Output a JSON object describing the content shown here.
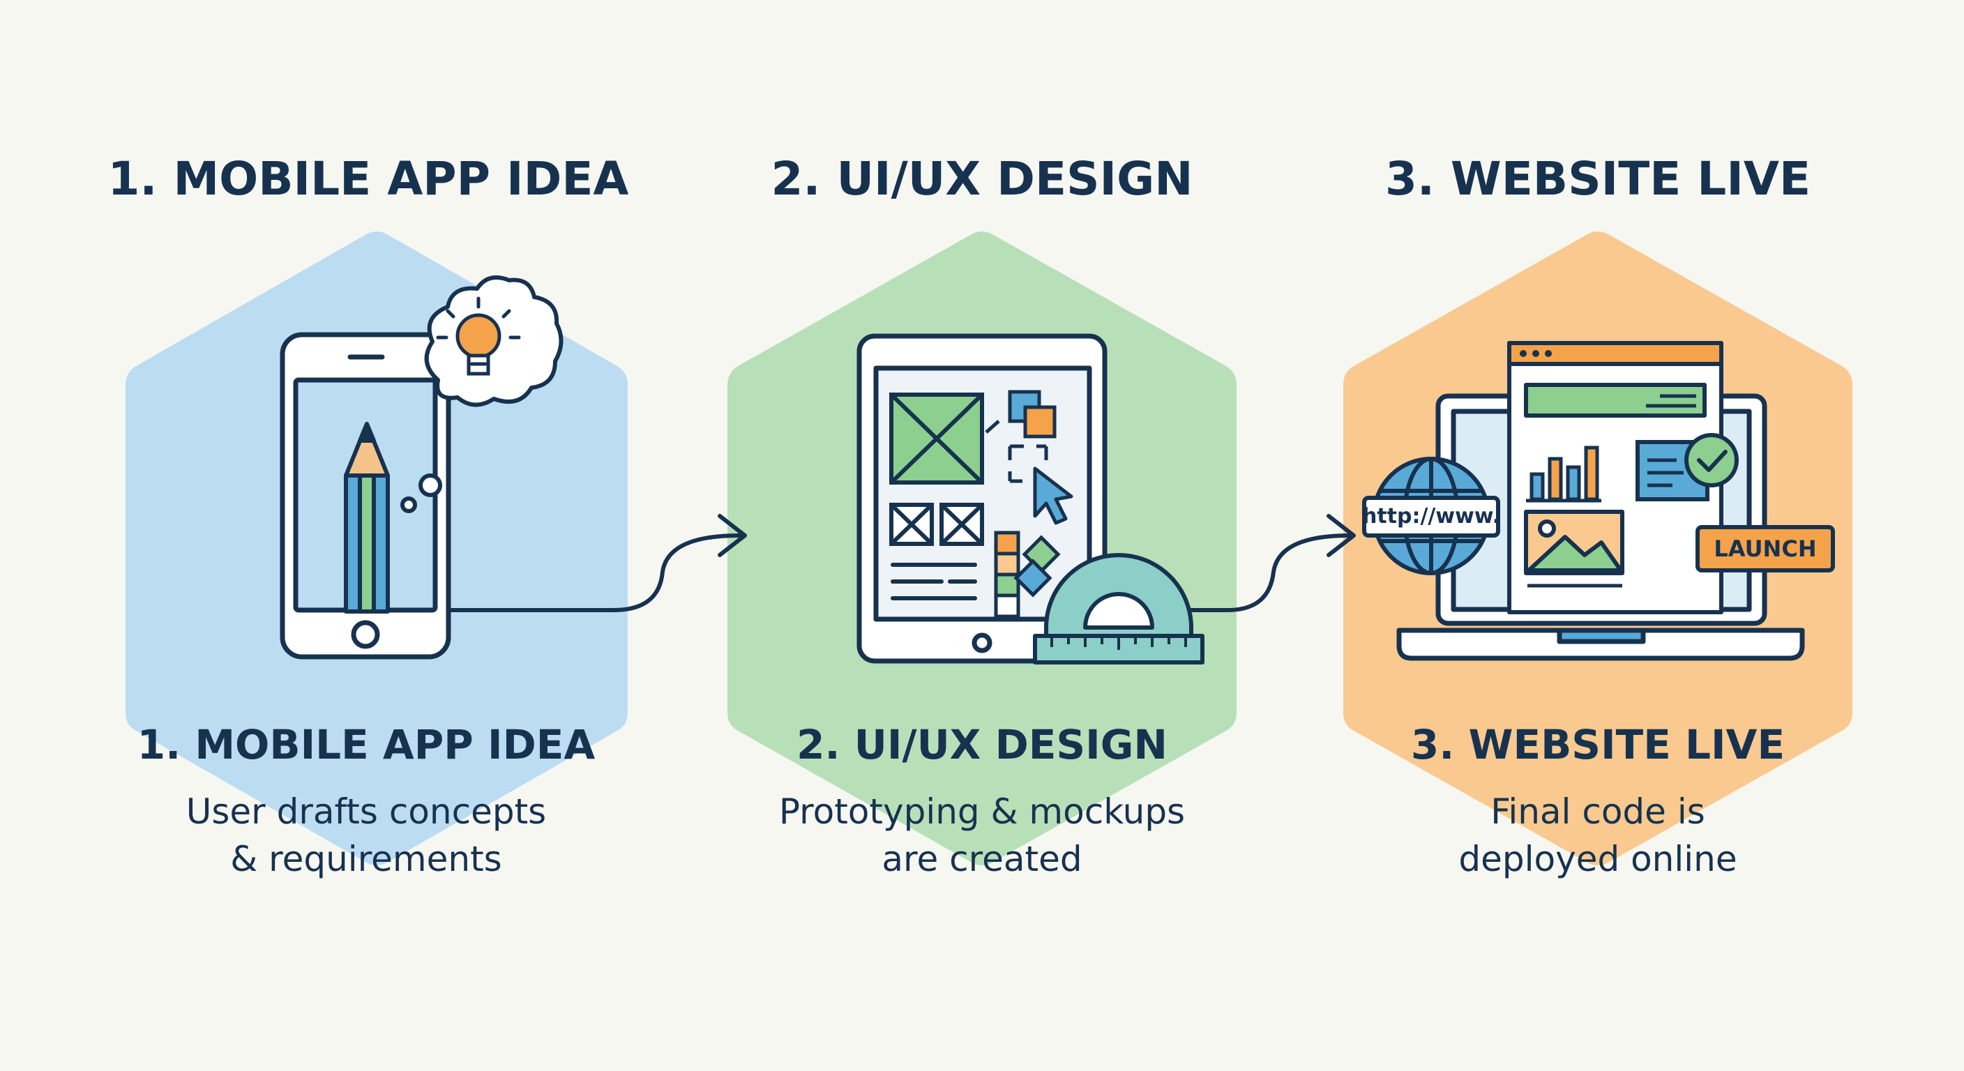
{
  "steps": [
    {
      "title": "1. MOBILE APP IDEA",
      "hex_title": "1. MOBILE APP IDEA",
      "desc_line1": "User drafts concepts",
      "desc_line2": "& requirements",
      "color": "#bcdcf2"
    },
    {
      "title": "2. UI/UX DESIGN",
      "hex_title": "2. UI/UX DESIGN",
      "desc_line1": "Prototyping & mockups",
      "desc_line2": "are created",
      "color": "#b7e0b9"
    },
    {
      "title": "3. WEBSITE LIVE",
      "hex_title": "3. WEBSITE LIVE",
      "desc_line1": "Final code is",
      "desc_line2": "deployed online",
      "color": "#f9c98f"
    }
  ],
  "url_badge": "http://www.",
  "launch_label": "LAUNCH",
  "colors": {
    "outline": "#17324f",
    "blue_accent": "#5aaad8",
    "green_accent": "#8ccf8e",
    "orange_accent": "#f4a34a"
  }
}
